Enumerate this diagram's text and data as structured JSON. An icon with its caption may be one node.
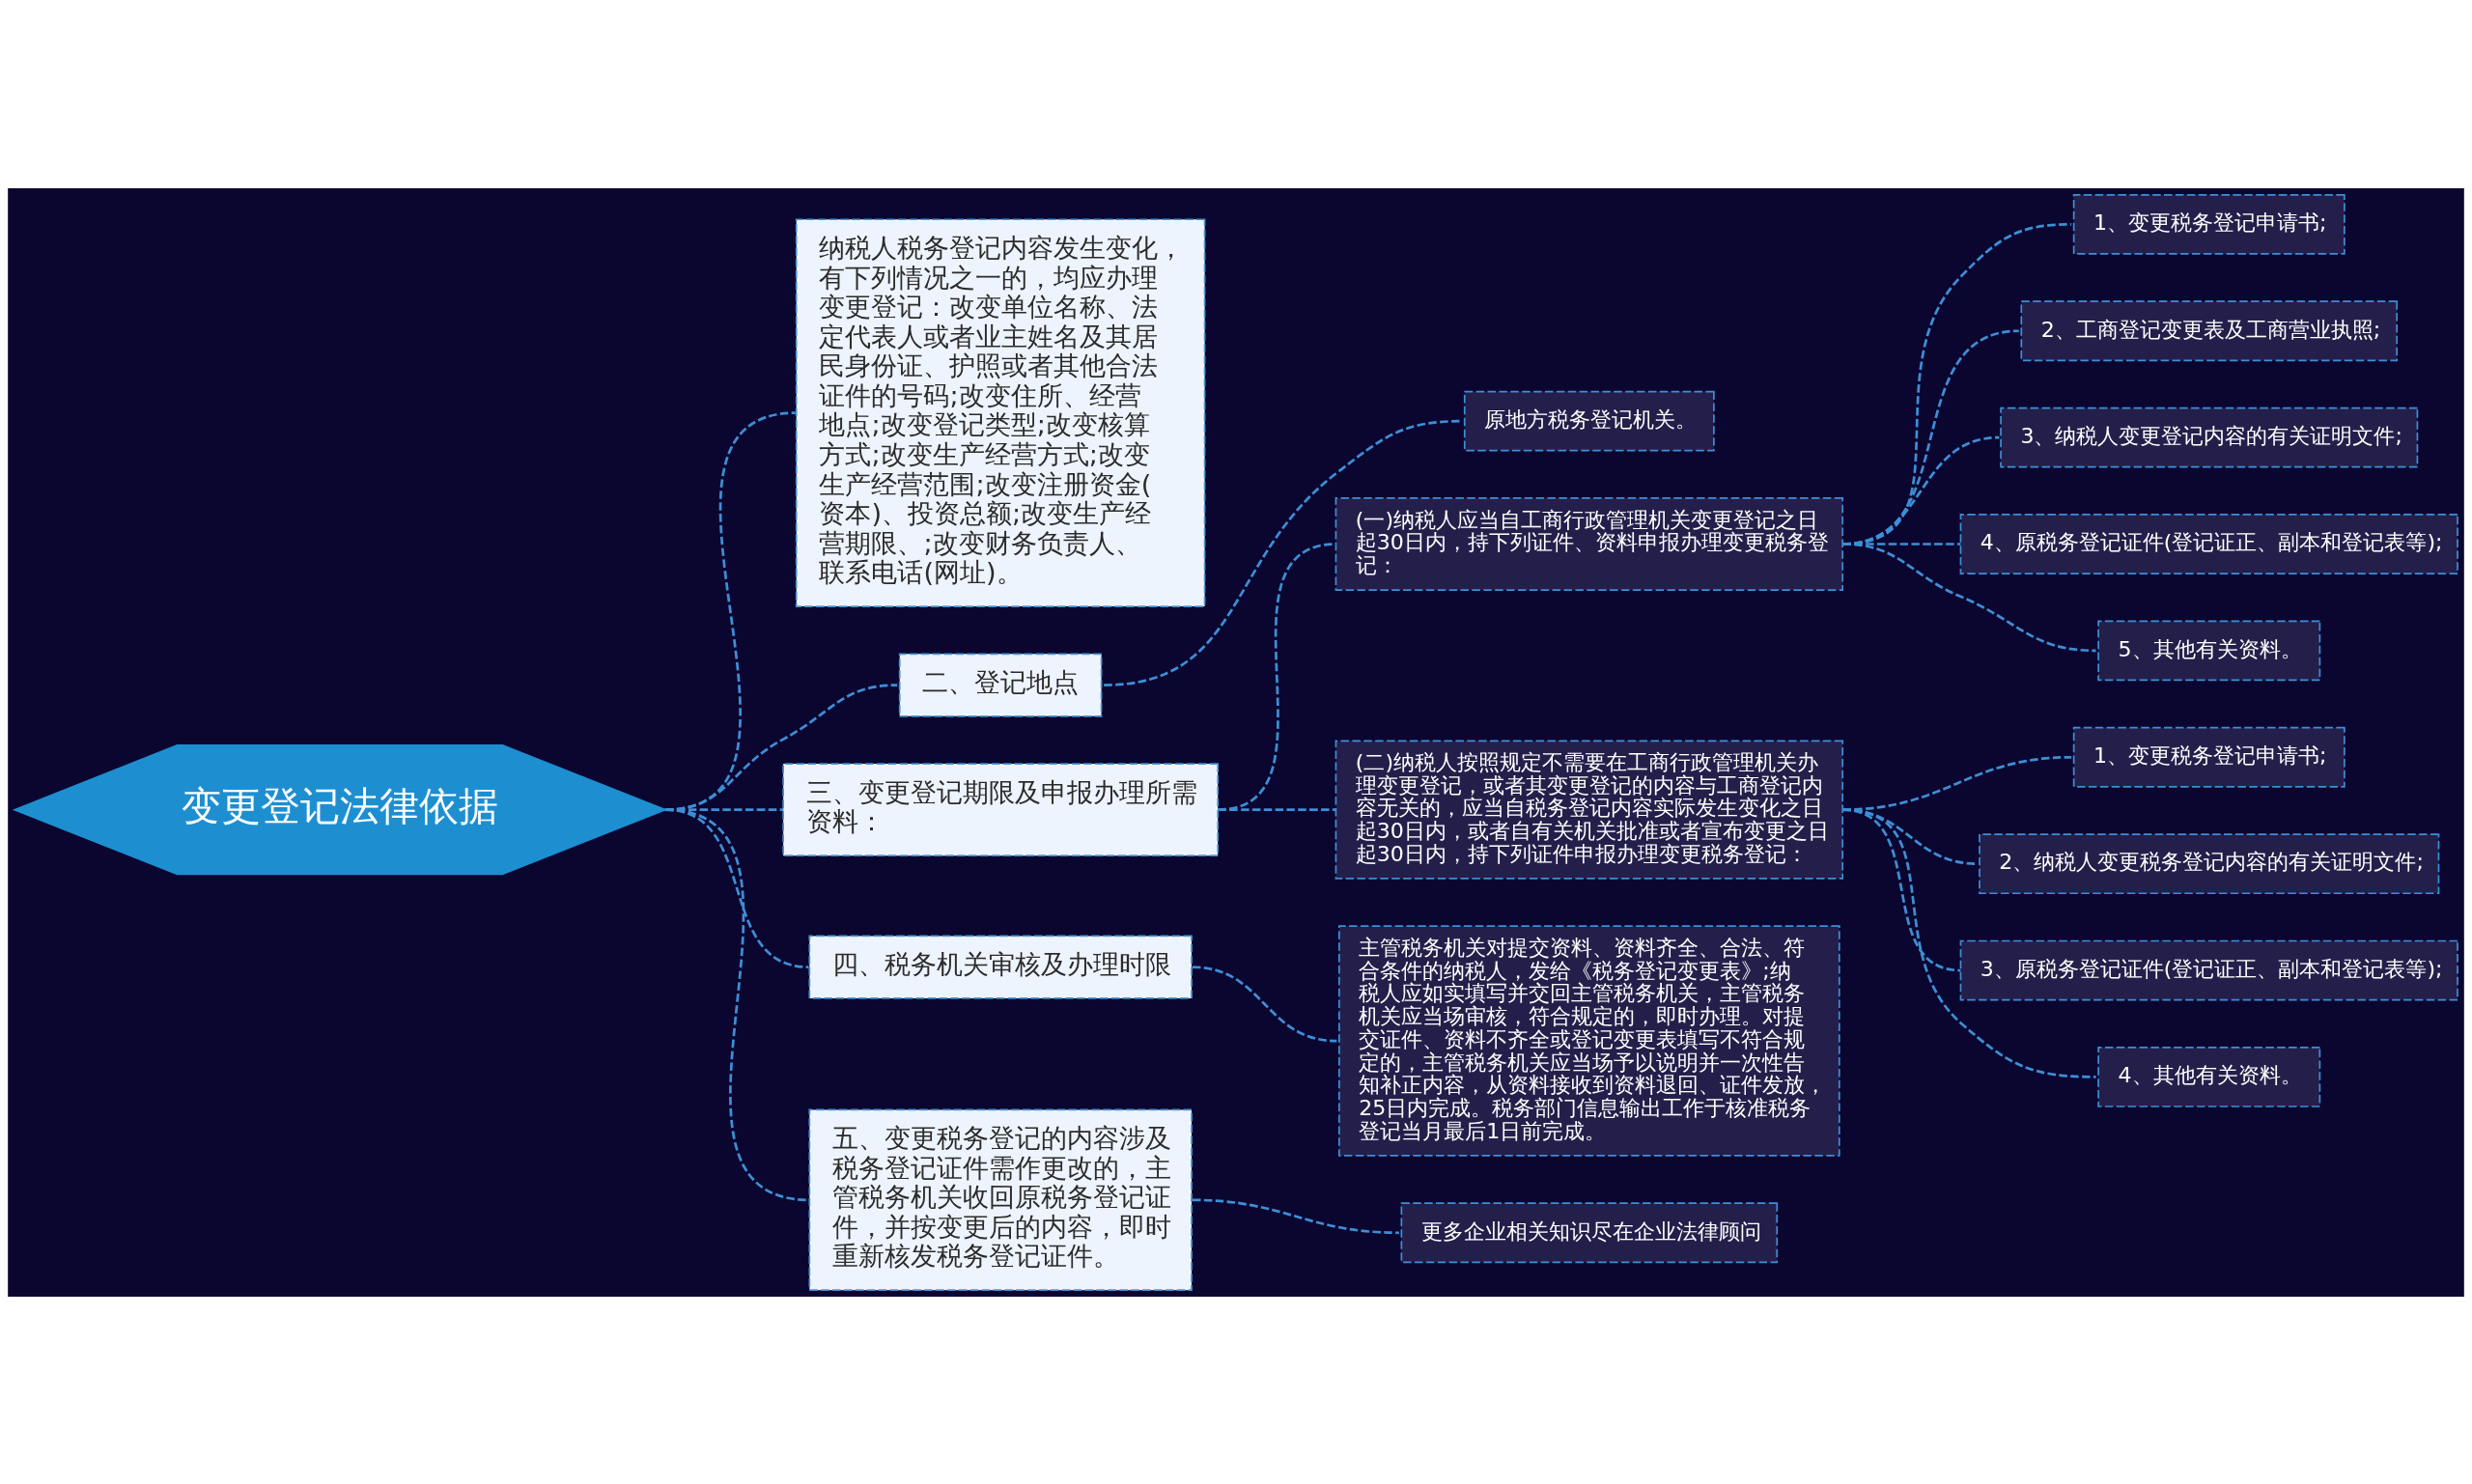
{
  "diagram": {
    "nodes": [
      {
        "text": [
          "变更登记法律依据"
        ]
      },
      {
        "text": [
          "纳税人税务登记内容发生变化，有下列情况之一的，均应办理变更登记：改变单位名称、法定代表人或者业主姓名及其居民身份证、护照或者其他合法证件的号码;改变住所、经营地点;改变登记类型;改变核算方式;改变生产经营方式;改变生产经营范围;改变注册资金(资本)、投资总额;改变生产经营期限、;改变财务负责人、联系电话(网址)。"
        ]
      },
      {
        "text": [
          "二、登记地点"
        ]
      },
      {
        "text": [
          "原地方税务登记机关。"
        ]
      },
      {
        "text": [
          "三、变更登记期限及申报办理所需资料："
        ]
      },
      {
        "text": [
          "(一)纳税人应当自工商行政管理机关变更登记之日起30日内，持下列证件、资料申报办理变更税务登记："
        ]
      },
      {
        "text": [
          "1、变更税务登记申请书;"
        ]
      },
      {
        "text": [
          "2、工商登记变更表及工商营业执照;"
        ]
      },
      {
        "text": [
          "3、纳税人变更登记内容的有关证明文件;"
        ]
      },
      {
        "text": [
          "4、原税务登记证件(登记证正、副本和登记表等);"
        ]
      },
      {
        "text": [
          "5、其他有关资料。"
        ]
      },
      {
        "text": [
          "(二)纳税人按照规定不需要在工商行政管理机关办理变更登记，或者其变更登记的内容与工商登记内容无关的，应当自税务登记内容实际发生变化之日起30日内，或者自有关机关批准或者宣布变更之日起30日内，持下列证件申报办理变更税务登记："
        ]
      },
      {
        "text": [
          "1、变更税务登记申请书;"
        ]
      },
      {
        "text": [
          "2、纳税人变更税务登记内容的有关证明文件;"
        ]
      },
      {
        "text": [
          "3、原税务登记证件(登记证正、副本和登记表等);"
        ]
      },
      {
        "text": [
          "4、其他有关资料。"
        ]
      },
      {
        "text": [
          "四、税务机关审核及办理时限"
        ]
      },
      {
        "text": [
          "主管税务机关对提交资料、资料齐全、合法、符合条件的纳税人，发给《税务登记变更表》;纳税人应如实填写并交回主管税务机关，主管税务机关应当场审核，符合规定的，即时办理。对提交证件、资料不齐全或登记变更表填写不符合规定的，主管税务机关应当场予以说明并一次性告知补正内容，从资料接收到资料退回、证件发放，25日内完成。税务部门信息输出工作于核准税务登记当月最后1日前完成。"
        ]
      },
      {
        "text": [
          "五、变更税务登记的内容涉及税务登记证件需作更改的，主管税务机关收回原税务登记证件，并按变更后的内容，即时重新核发税务登记证件。"
        ]
      },
      {
        "text": [
          "更多企业相关知识尽在企业法律顾问"
        ]
      }
    ],
    "edges": [
      {
        "from": 0,
        "to": 1,
        "arrow": "none",
        "style": "dashed"
      },
      {
        "from": 0,
        "to": 2,
        "arrow": "none",
        "style": "dashed"
      },
      {
        "from": 2,
        "to": 3,
        "arrow": "none",
        "style": "dashed"
      },
      {
        "from": 0,
        "to": 4,
        "arrow": "none",
        "style": "dashed"
      },
      {
        "from": 4,
        "to": 5,
        "arrow": "none",
        "style": "dashed"
      },
      {
        "from": 5,
        "to": 6,
        "arrow": "none",
        "style": "dashed"
      },
      {
        "from": 5,
        "to": 7,
        "arrow": "none",
        "style": "dashed"
      },
      {
        "from": 5,
        "to": 8,
        "arrow": "none",
        "style": "dashed"
      },
      {
        "from": 5,
        "to": 9,
        "arrow": "none",
        "style": "dashed"
      },
      {
        "from": 5,
        "to": 10,
        "arrow": "none",
        "style": "dashed"
      },
      {
        "from": 4,
        "to": 11,
        "arrow": "none",
        "style": "dashed"
      },
      {
        "from": 11,
        "to": 12,
        "arrow": "none",
        "style": "dashed"
      },
      {
        "from": 11,
        "to": 13,
        "arrow": "none",
        "style": "dashed"
      },
      {
        "from": 11,
        "to": 14,
        "arrow": "none",
        "style": "dashed"
      },
      {
        "from": 11,
        "to": 15,
        "arrow": "none",
        "style": "dashed"
      },
      {
        "from": 0,
        "to": 16,
        "arrow": "none",
        "style": "dashed"
      },
      {
        "from": 16,
        "to": 17,
        "arrow": "none",
        "style": "dashed"
      },
      {
        "from": 0,
        "to": 18,
        "arrow": "none",
        "style": "dashed"
      },
      {
        "from": 18,
        "to": 19,
        "arrow": "none",
        "style": "dashed"
      }
    ]
  }
}
